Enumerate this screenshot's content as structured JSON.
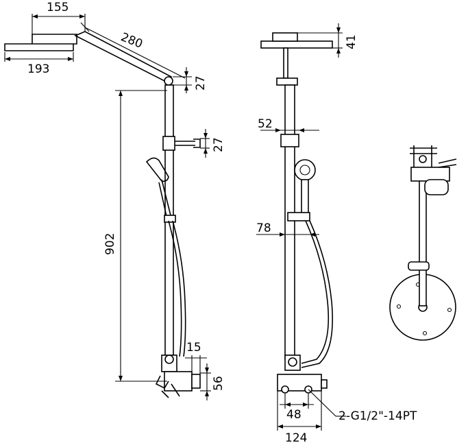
{
  "dimensions": {
    "head_width": "155",
    "arm_length": "280",
    "head_diameter": "193",
    "arm_offset": "27",
    "top_bracket_offset": "27",
    "head_thickness": "41",
    "rail_height": "902",
    "slider_width": "52",
    "holder_width": "78",
    "inlet_offset": "15",
    "valve_height": "56",
    "inlet_centers": "48",
    "valve_width": "124",
    "connection_label": "2-G1/2\"-14PT"
  }
}
